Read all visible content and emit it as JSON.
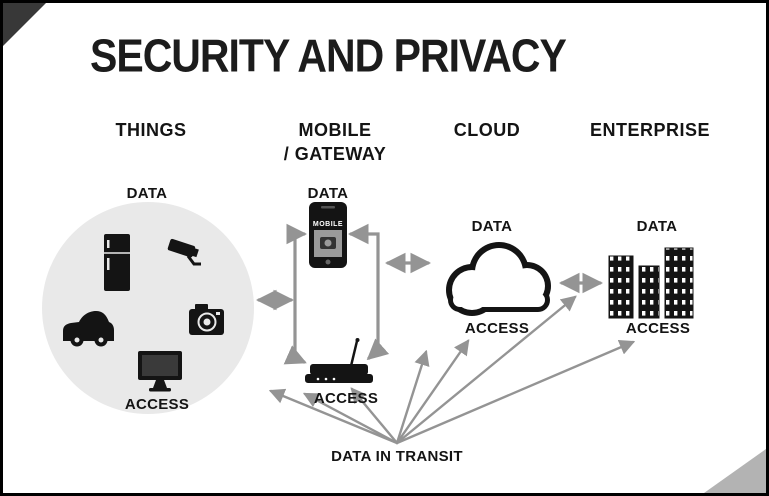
{
  "title": "SECURITY AND PRIVACY",
  "headers": {
    "things": "THINGS",
    "mobile_line1": "MOBILE",
    "mobile_line2": "/ GATEWAY",
    "cloud": "CLOUD",
    "enterprise": "ENTERPRISE"
  },
  "sections": {
    "things": {
      "data": "DATA",
      "access": "ACCESS",
      "icons": [
        "refrigerator-icon",
        "security-camera-icon",
        "car-icon",
        "camera-icon",
        "monitor-icon"
      ]
    },
    "mobile": {
      "data": "DATA",
      "access": "ACCESS",
      "phone_screen_label": "MOBILE",
      "icons": [
        "smartphone-icon",
        "router-icon"
      ]
    },
    "cloud": {
      "data": "DATA",
      "access": "ACCESS",
      "icons": [
        "cloud-icon"
      ]
    },
    "enterprise": {
      "data": "DATA",
      "access": "ACCESS",
      "icons": [
        "office-buildings-icon"
      ]
    }
  },
  "footer": {
    "data_in_transit": "DATA IN TRANSIT"
  },
  "colors": {
    "arrow": "#949494",
    "things_circle_fill": "#e9e9e9",
    "icon_black": "#141414",
    "corner_dark": "#383838",
    "corner_light": "#b3b3b3",
    "border": "#000000"
  }
}
